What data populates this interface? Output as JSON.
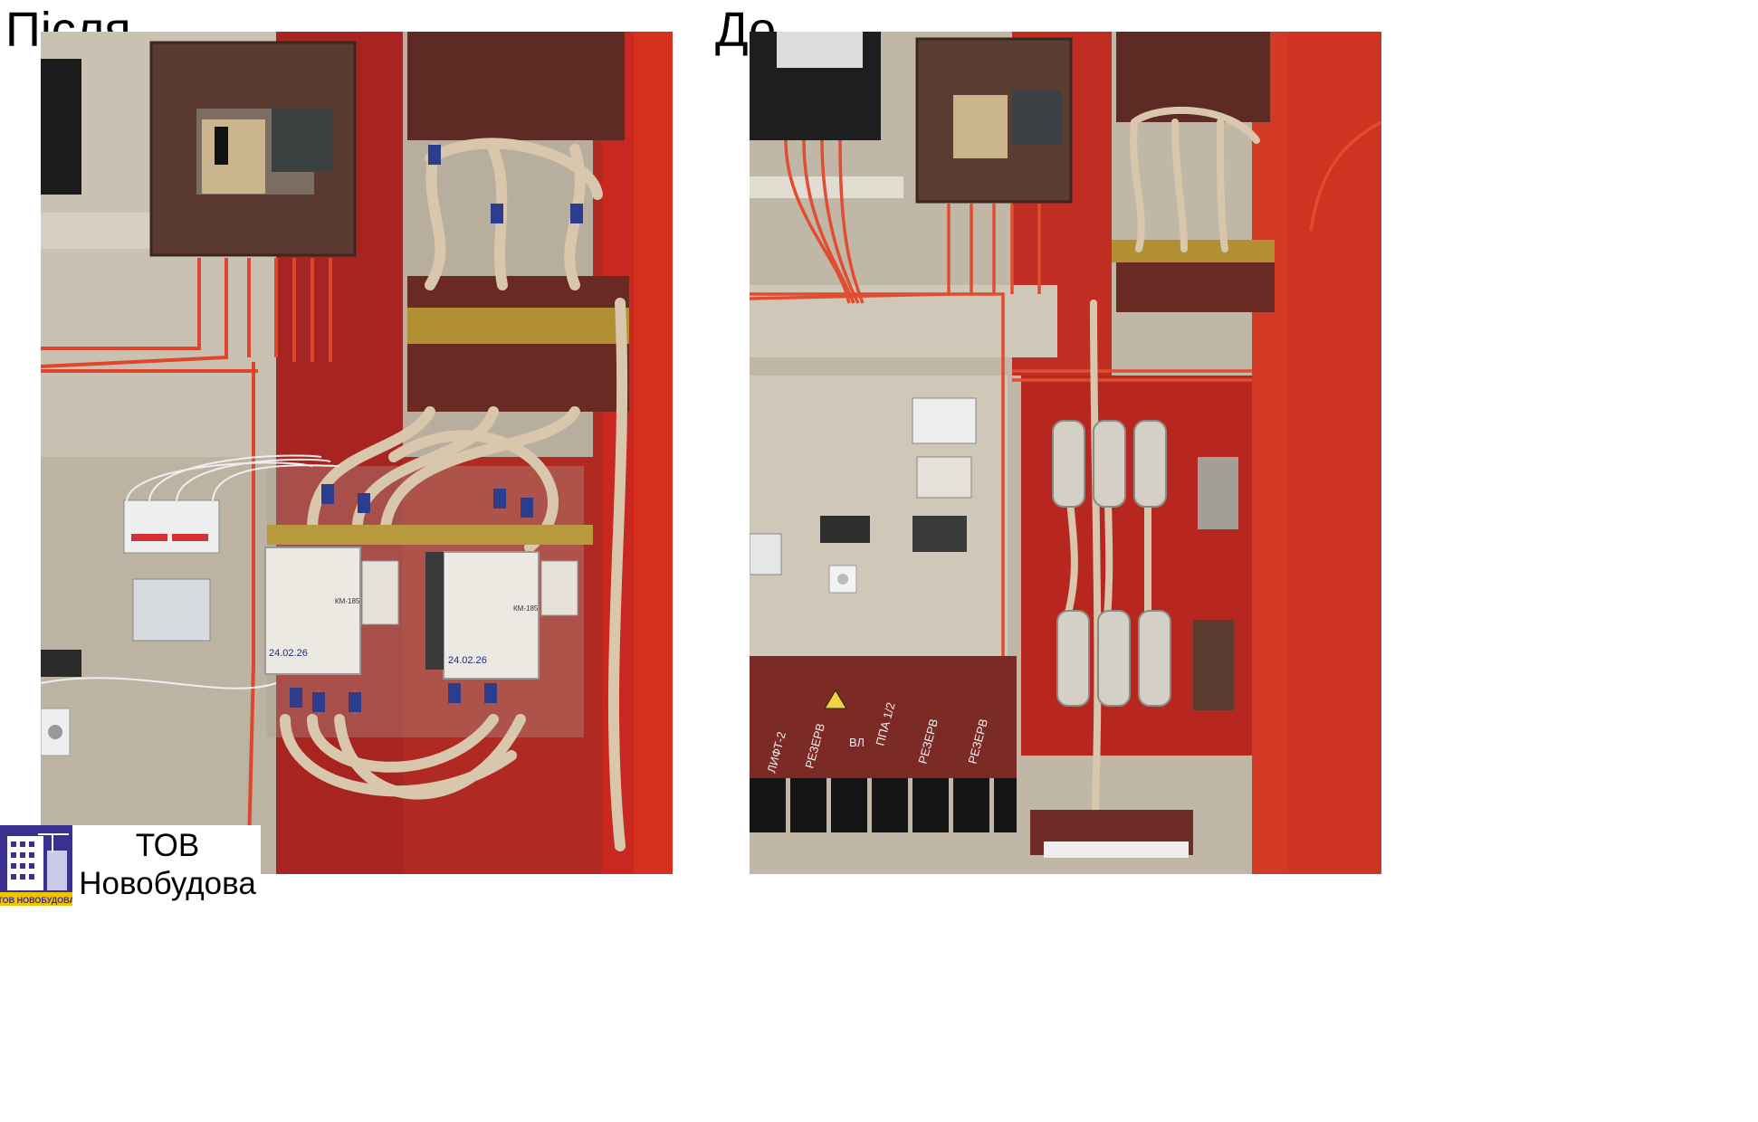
{
  "labels": {
    "after": "Після",
    "before": "До"
  },
  "company": {
    "line1": "ТОВ",
    "line2": "Новобудова",
    "logo_text": "ТОВ НОВОБУДОВА"
  },
  "after_panel": {
    "contactor_date_left": "24.02.26",
    "contactor_date_right": "24.02.26",
    "contactor_model": "КМ-185"
  },
  "before_panel": {
    "circuit_labels": [
      "ЛИФТ-2",
      "РЕЗЕРВ",
      "ВЛ",
      "ППА 1/2",
      "РЕЗЕРВ",
      "РЕЗЕРВ"
    ]
  }
}
